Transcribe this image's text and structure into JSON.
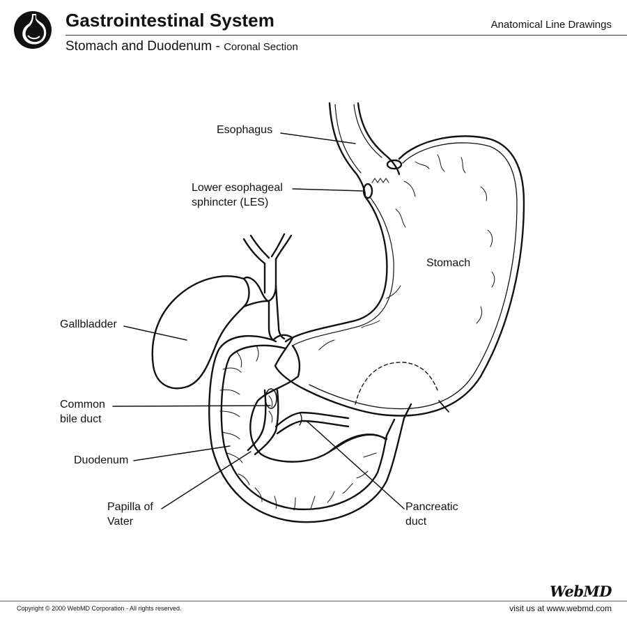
{
  "header": {
    "title": "Gastrointestinal System",
    "subtitle": "Stomach and Duodenum -",
    "section": "Coronal Section",
    "series": "Anatomical Line Drawings"
  },
  "labels": {
    "esophagus": "Esophagus",
    "les_line1": "Lower esophageal",
    "les_line2": "sphincter (LES)",
    "stomach": "Stomach",
    "gallbladder": "Gallbladder",
    "cbd_line1": "Common",
    "cbd_line2": "bile duct",
    "duodenum": "Duodenum",
    "papilla_line1": "Papilla of",
    "papilla_line2": "Vater",
    "pancreatic_line1": "Pancreatic",
    "pancreatic_line2": "duct"
  },
  "footer": {
    "copyright": "Copyright © 2000 WebMD Corporation - All rights reserved.",
    "logo": "WebMD",
    "site": "visit us at www.webmd.com"
  },
  "colors": {
    "ink": "#111111",
    "rule": "#333333"
  },
  "icons": {
    "header": "stomach-icon"
  }
}
